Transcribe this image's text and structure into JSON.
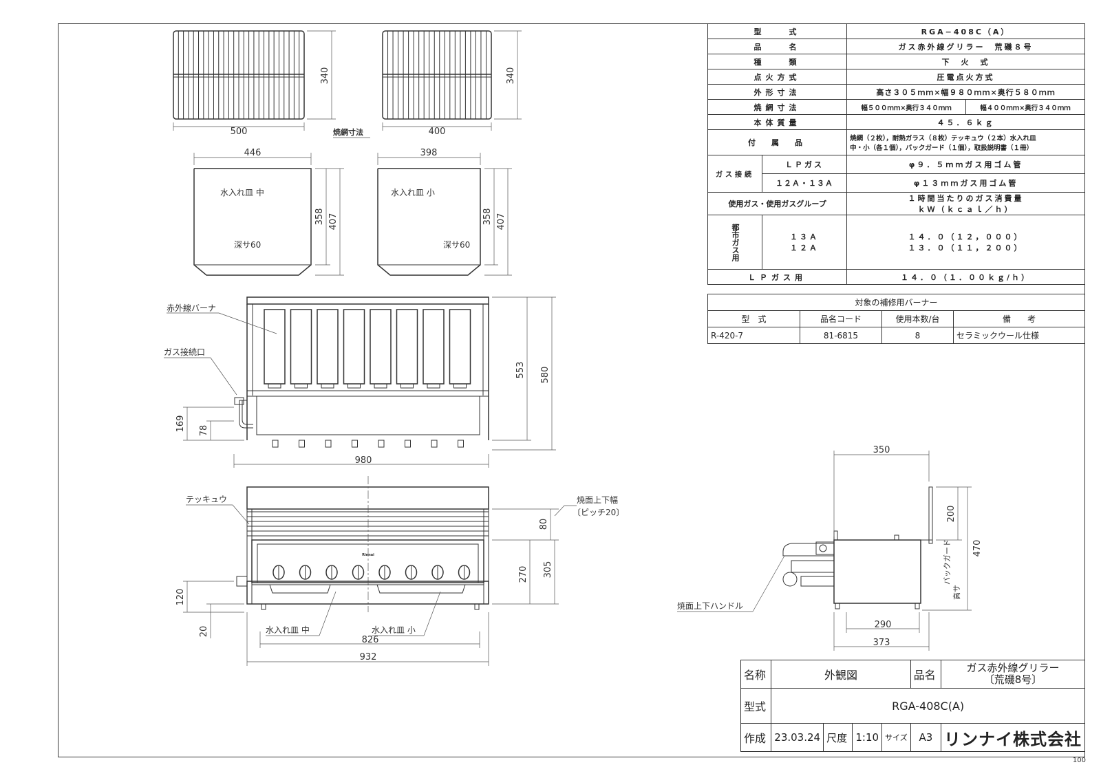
{
  "spec_table": {
    "rows": [
      {
        "key": "型　　式",
        "value": "RGA−408C（A）"
      },
      {
        "key": "品　　名",
        "value": "ガス赤外線グリラー　荒磯８号"
      },
      {
        "key": "種　　類",
        "value": "下　火　式"
      },
      {
        "key": "点火方式",
        "value": "圧電点火方式"
      },
      {
        "key": "外形寸法",
        "value": "高さ３０５ｍｍ×幅９８０ｍｍ×奥行５８０ｍｍ"
      },
      {
        "key": "焼網寸法",
        "value1": "幅５００ｍｍ×奥行３４０ｍｍ",
        "value2": "幅４００ｍｍ×奥行３４０ｍｍ"
      },
      {
        "key": "本体質量",
        "value": "４５．６ｋｇ"
      },
      {
        "key": "付　属　品",
        "value": "焼網（２枚），耐熱ガラス（８枚）テッキュウ（２本）水入れ皿",
        "value2": "中・小（各１個），バックガード（１個），取扱説明書（１冊）"
      }
    ],
    "gas_connection": {
      "label": "ガス接続",
      "lp_label": "ＬＰガス",
      "lp_value": "φ９．５ｍｍガス用ゴム管",
      "city_label": "１２Ａ・１３Ａ",
      "city_value": "φ１３ｍｍガス用ゴム管"
    },
    "gas_group": {
      "label": "使用ガス・使用ガスグループ",
      "value1": "１時間当たりのガス消費量",
      "value2": "ｋＷ（ｋｃａｌ／ｈ）"
    },
    "city_gas": {
      "label": "都市ガス用",
      "types": [
        "１３Ａ",
        "１２Ａ"
      ],
      "values": [
        "１４．０（１２，０００）",
        "１３．０（１１，２００）"
      ]
    },
    "lp_use": {
      "label": "ＬＰガス用",
      "value": "１４．０（１．００ｋｇ/ｈ）"
    }
  },
  "parts_table": {
    "title": "対象の補修用バーナー",
    "headers": [
      "型　式",
      "品名コード",
      "使用本数/台",
      "備　　考"
    ],
    "row": [
      "R-420-7",
      "81-6815",
      "8",
      "セラミックウール仕様"
    ]
  },
  "title_block": {
    "name_label": "名称",
    "name_value": "外観図",
    "product_label": "品名",
    "product_value1": "ガス赤外線グリラー",
    "product_value2": "〔荒磯8号〕",
    "model_label": "型式",
    "model_value": "RGA-408C(A)",
    "made_label": "作成",
    "made_value": "23.03.24",
    "scale_label": "尺度",
    "scale_value": "1:10",
    "size_label": "サイズ",
    "size_value": "A3",
    "company": "リンナイ株式会社"
  },
  "page_number": "100",
  "drawing": {
    "grill_net_label": "焼網寸法",
    "net_large": {
      "width": "500",
      "depth": "340"
    },
    "net_small": {
      "width": "400",
      "depth": "340"
    },
    "tray_mid": {
      "label": "水入れ皿 中",
      "depth_label": "深サ60",
      "width": "446",
      "d1": "358",
      "d2": "407"
    },
    "tray_small": {
      "label": "水入れ皿 小",
      "depth_label": "深サ60",
      "width": "398",
      "d1": "358",
      "d2": "407"
    },
    "top_view": {
      "burner_label": "赤外線バーナ",
      "gas_label": "ガス接続口",
      "dims": {
        "width": "980",
        "d553": "553",
        "d580": "580",
        "h169": "169",
        "h78": "78"
      }
    },
    "front_view": {
      "tekkyu_label": "テッキュウ",
      "surface_label": "焼面上下幅",
      "pitch_label": "〔ピッチ20〕",
      "tray_mid_label": "水入れ皿 中",
      "tray_small_label": "水入れ皿 小",
      "brand": "Rinnai",
      "dims": {
        "w826": "826",
        "w932": "932",
        "h80": "80",
        "h270": "270",
        "h305": "305",
        "h120": "120",
        "h20": "20"
      }
    },
    "side_view": {
      "handle_label": "焼面上下ハンドル",
      "guard_label1": "バックガード",
      "guard_label2": "高サ",
      "dims": {
        "w350": "350",
        "w290": "290",
        "w373": "373",
        "h200": "200",
        "h470": "470"
      }
    }
  }
}
